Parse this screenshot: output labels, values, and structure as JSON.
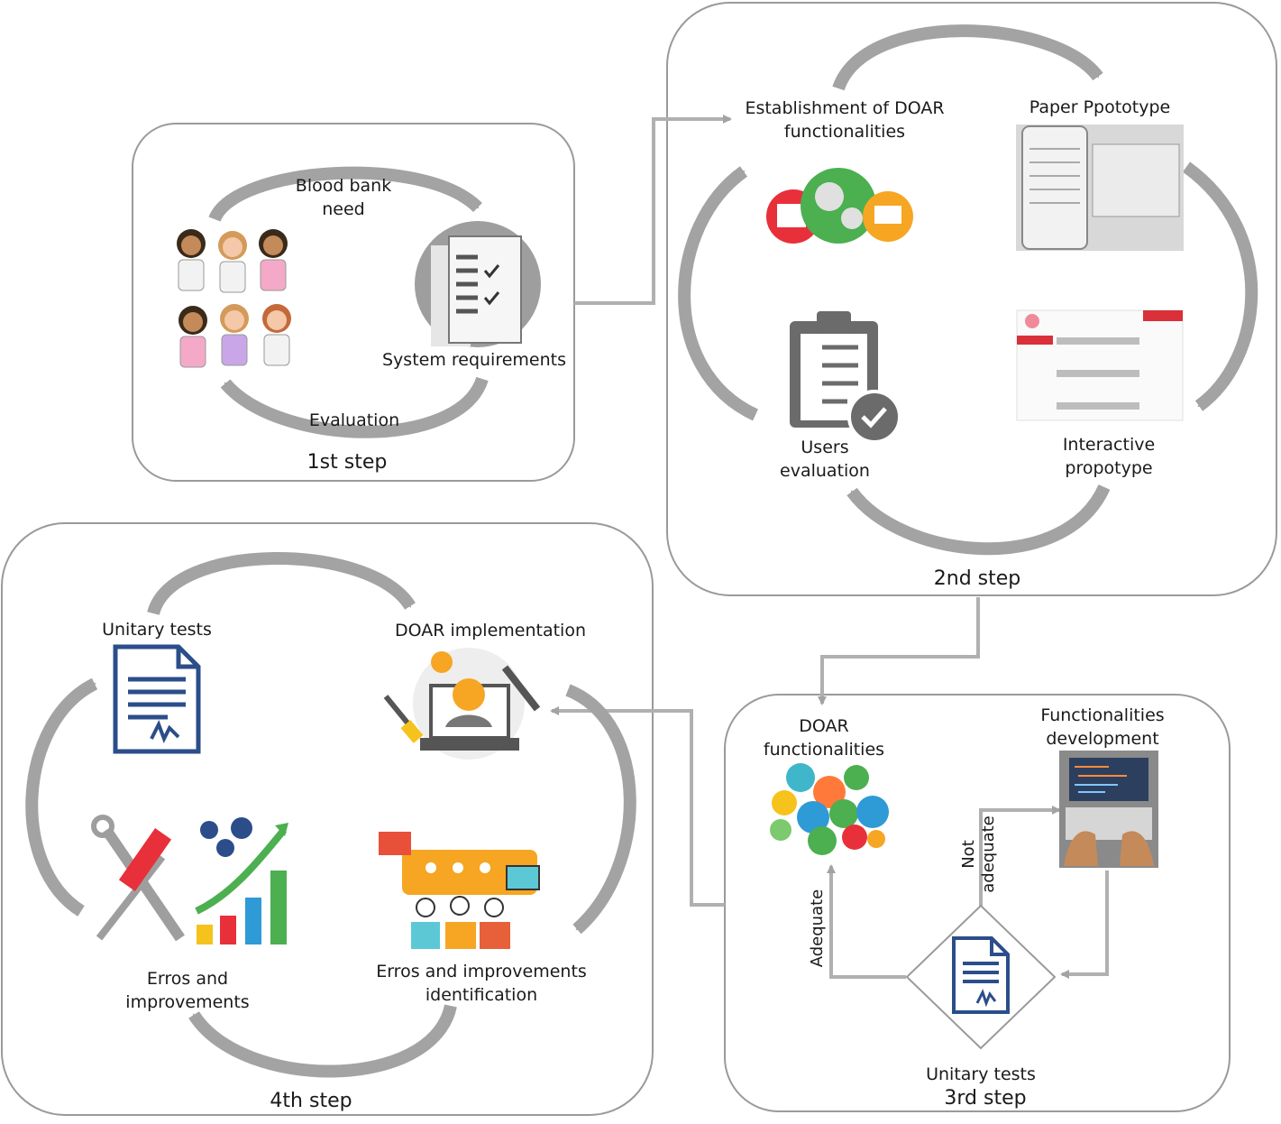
{
  "colors": {
    "arrow": "#a3a3a3",
    "panel_border": "#9a9a9a",
    "icon_blue": "#2b4e8a"
  },
  "step1": {
    "title": "1st step",
    "top": [
      "Blood bank",
      "need"
    ],
    "right": "System requirements",
    "bottom": "Evaluation"
  },
  "step2": {
    "title": "2nd step",
    "top_left": [
      "Establishment of DOAR",
      "functionalities"
    ],
    "top_right": "Paper Ppototype",
    "bottom_right": [
      "Interactive",
      "propotype"
    ],
    "bottom_left": [
      "Users",
      "evaluation"
    ]
  },
  "step3": {
    "title": "3rd step",
    "top_left": [
      "DOAR",
      "functionalities"
    ],
    "top_right": [
      "Functionalities",
      "development"
    ],
    "bottom": "Unitary tests",
    "not_adequate": [
      "Not",
      "adequate"
    ],
    "adequate": "Adequate"
  },
  "step4": {
    "title": "4th step",
    "top_left": "Unitary tests",
    "top_right": "DOAR implementation",
    "bottom_right": [
      "Erros and improvements",
      "identification"
    ],
    "bottom_left": [
      "Erros and",
      "improvements"
    ]
  }
}
